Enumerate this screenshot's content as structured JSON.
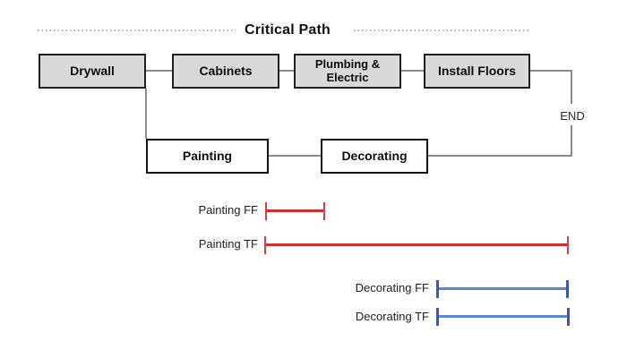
{
  "title": "Critical Path",
  "diagram": {
    "critical_path_nodes": [
      {
        "label": "Drywall"
      },
      {
        "label": "Cabinets"
      },
      {
        "label": "Plumbing & Electric"
      },
      {
        "label": "Install Floors"
      }
    ],
    "noncritical_nodes": [
      {
        "label": "Painting"
      },
      {
        "label": "Decorating"
      }
    ],
    "end_label": "END",
    "edges": [
      "Drywall - Cabinets",
      "Cabinets - Plumbing & Electric",
      "Plumbing & Electric - Install Floors",
      "Install Floors - END",
      "Drywall - Painting",
      "Painting - Decorating",
      "Decorating - END"
    ]
  },
  "float_bars": [
    {
      "label": "Painting FF",
      "color": "#d62b2b",
      "length": "short"
    },
    {
      "label": "Painting TF",
      "color": "#d62b2b",
      "length": "long"
    },
    {
      "label": "Decorating FF",
      "color": "#5b87d2",
      "length": "medium"
    },
    {
      "label": "Decorating TF",
      "color": "#5b87d2",
      "length": "medium"
    }
  ],
  "colors": {
    "critical_bar_red": "#d62b2b",
    "noncritical_bar_blue": "#5b87d2",
    "blue_tick": "#3c55c4",
    "node_fill_gray": "#d9d9d9",
    "node_border": "#1f1f1f",
    "edge_gray": "#8c8c8c",
    "dotted_line": "#b5b5b5"
  }
}
